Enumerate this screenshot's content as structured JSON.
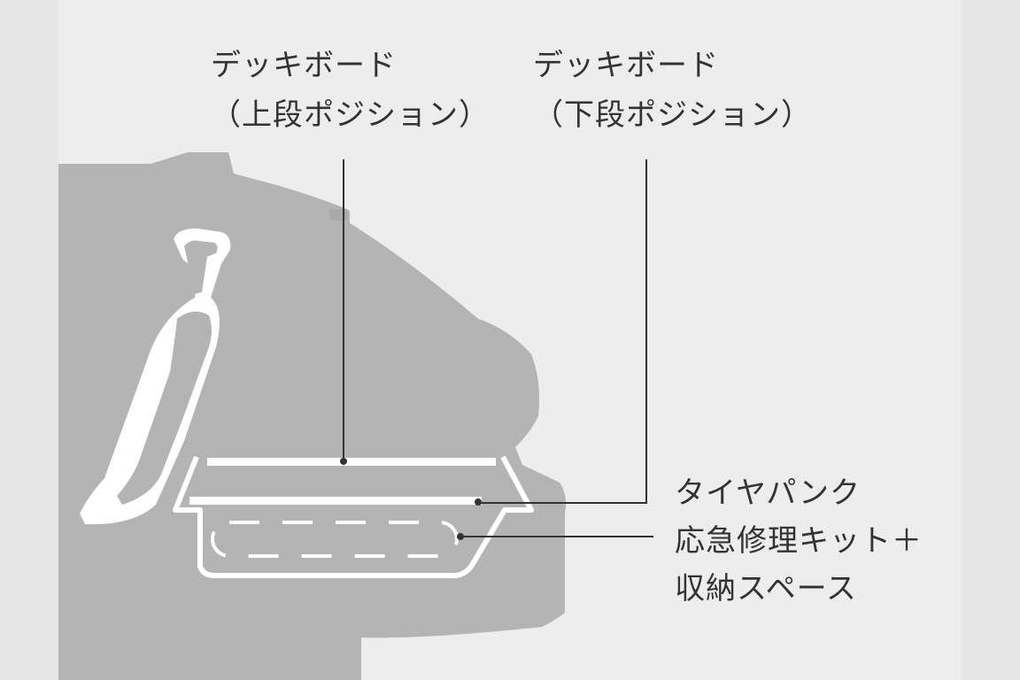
{
  "labels": {
    "upper_deck": {
      "line1": "デッキボード",
      "line2": "（上段ポジション）"
    },
    "lower_deck": {
      "line1": "デッキボード",
      "line2": "（下段ポジション）"
    },
    "storage": {
      "line1": "タイヤパンク",
      "line2": "応急修理キット＋",
      "line3": "収納スペース"
    }
  },
  "colors": {
    "background": "#ededed",
    "vehicle_silhouette": "#b4b4b4",
    "highlight": "#ffffff",
    "text": "#333333",
    "leader_line": "#333333"
  }
}
